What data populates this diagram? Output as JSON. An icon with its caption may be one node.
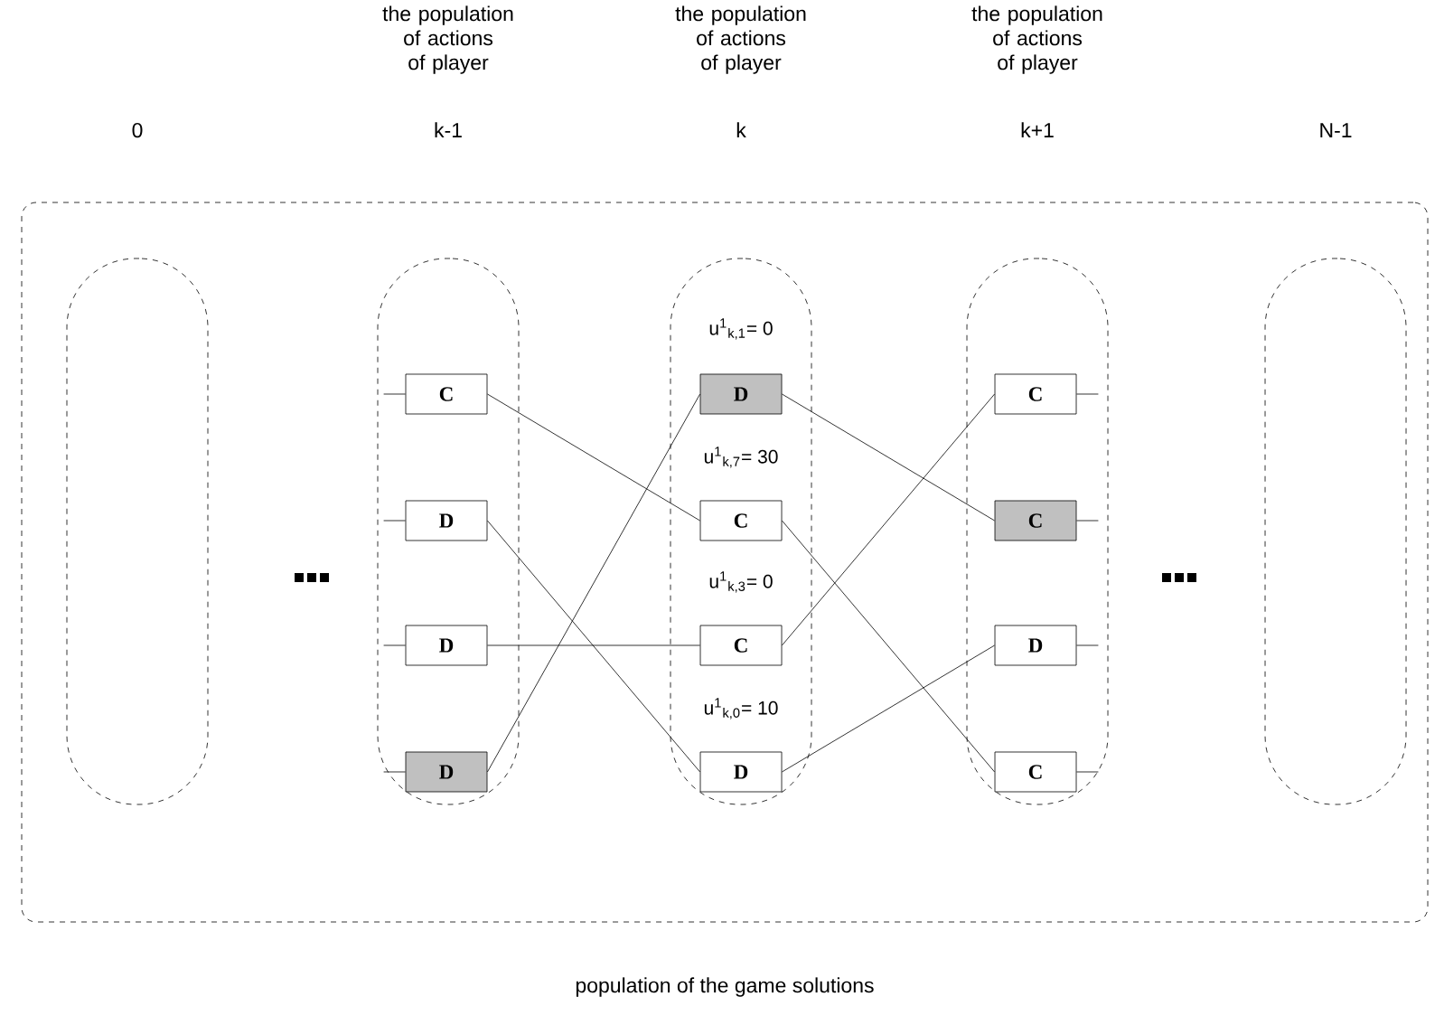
{
  "diagram": {
    "nodes": [
      {
        "text": [
          "population of the game solutions"
        ]
      },
      {
        "text": [],
        "shape": "capsule",
        "in": 0
      },
      {
        "text": [],
        "shape": "capsule",
        "in": 0
      },
      {
        "text": [],
        "shape": "capsule",
        "in": 0
      },
      {
        "text": [],
        "shape": "capsule",
        "in": 0
      },
      {
        "text": [],
        "shape": "capsule",
        "in": 0
      },
      {
        "text": [
          "C"
        ],
        "in": 2
      },
      {
        "text": [
          "D"
        ],
        "in": 2
      },
      {
        "text": [
          "D"
        ],
        "in": 2
      },
      {
        "text": [
          "D"
        ],
        "in": 2
      },
      {
        "text": [
          "D"
        ],
        "in": 3
      },
      {
        "text": [
          "C"
        ],
        "in": 3
      },
      {
        "text": [
          "C"
        ],
        "in": 3
      },
      {
        "text": [
          "D"
        ],
        "in": 3
      },
      {
        "text": [
          "C"
        ],
        "in": 4
      },
      {
        "text": [
          "C"
        ],
        "in": 4
      },
      {
        "text": [
          "D"
        ],
        "in": 4
      },
      {
        "text": [
          "C"
        ],
        "in": 4
      }
    ],
    "edges": [
      {
        "from": 6,
        "to": 11,
        "arrow": "none"
      },
      {
        "from": 7,
        "to": 13,
        "arrow": "none"
      },
      {
        "from": 8,
        "to": 12,
        "arrow": "none"
      },
      {
        "from": 9,
        "to": 10,
        "arrow": "none"
      },
      {
        "from": 10,
        "to": 15,
        "arrow": "none"
      },
      {
        "from": 11,
        "to": 17,
        "arrow": "none"
      },
      {
        "from": 12,
        "to": 14,
        "arrow": "none"
      },
      {
        "from": 13,
        "to": 16,
        "arrow": "none"
      },
      {
        "from": null,
        "to": 6,
        "arrow": "none"
      },
      {
        "from": null,
        "to": 7,
        "arrow": "none"
      },
      {
        "from": null,
        "to": 8,
        "arrow": "none"
      },
      {
        "from": null,
        "to": 9,
        "arrow": "none"
      },
      {
        "from": 14,
        "to": null,
        "arrow": "none"
      },
      {
        "from": 15,
        "to": null,
        "arrow": "none"
      },
      {
        "from": 16,
        "to": null,
        "arrow": "none"
      },
      {
        "from": 17,
        "to": null,
        "arrow": "none"
      }
    ],
    "labels": [
      "the population of actions of player",
      "the population of actions of player",
      "the population of actions of player",
      "0",
      "k-1",
      "k",
      "k+1",
      "N-1",
      "u$^{1}$$_{k,1}$= 0",
      "u$^{1}$$_{k,7}$= 30",
      "u$^{1}$$_{k,3}$= 0",
      "u$^{1}$$_{k,0}$= 10"
    ]
  }
}
